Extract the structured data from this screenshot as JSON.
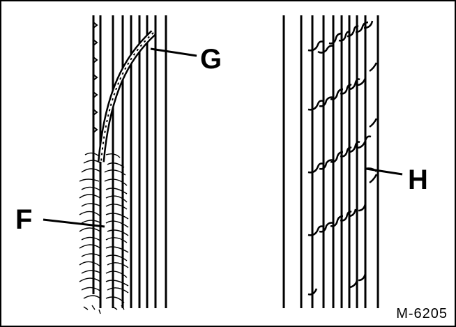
{
  "callouts": {
    "f": "F",
    "g": "G",
    "h": "H"
  },
  "figure_code": "M-6205",
  "colors": {
    "ink": "#000000",
    "paper": "#ffffff"
  }
}
